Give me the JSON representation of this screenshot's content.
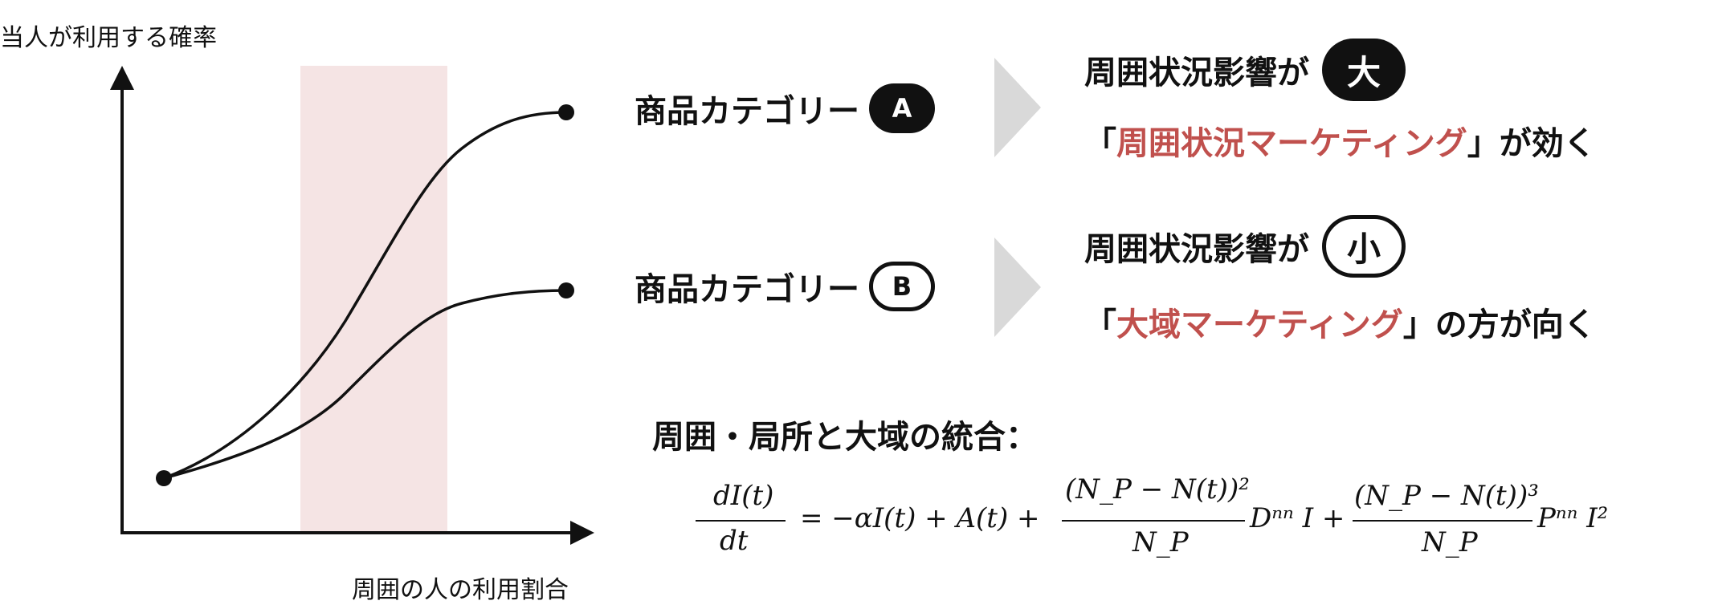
{
  "axes": {
    "ylabel": "当人が利用する確率",
    "xlabel": "周囲の人の利用割合"
  },
  "categories": [
    {
      "label": "商品カテゴリー",
      "badge": "A",
      "badge_style": "filled",
      "effect_prefix": "周囲状況影響が",
      "effect_badge": "大",
      "effect_badge_style": "filled",
      "rec_open": "「",
      "rec_highlight": "周囲状況マーケティング",
      "rec_close": "」が効く"
    },
    {
      "label": "商品カテゴリー",
      "badge": "B",
      "badge_style": "outline",
      "effect_prefix": "周囲状況影響が",
      "effect_badge": "小",
      "effect_badge_style": "outline",
      "rec_open": "「",
      "rec_highlight": "大域マーケティング",
      "rec_close": "」の方が向く"
    }
  ],
  "integration_title": "周囲・局所と大域の統合：",
  "equation": {
    "lhs_num": "dI(t)",
    "lhs_den": "dt",
    "term1": "= −αI(t) + A(t) +",
    "frac2_num": "(N_P − N(t))²",
    "frac2_den": "N_P",
    "term2": "Dⁿⁿ I +",
    "frac3_num": "(N_P − N(t))³",
    "frac3_den": "N_P",
    "term3": "Pⁿⁿ I²"
  },
  "colors": {
    "highlight_red": "#c0504d",
    "band_pink": "#f5e4e4",
    "arrow_gray": "#d9d9d9",
    "ink": "#111111"
  }
}
